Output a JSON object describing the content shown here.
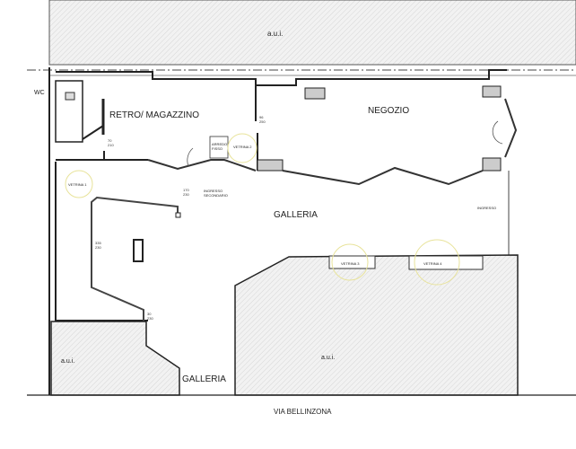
{
  "plan": {
    "areas": {
      "aui_top": "a.u.i.",
      "wc": "WC",
      "retro": "RETRO/ MAGAZZINO",
      "negozio": "NEGOZIO",
      "galleria_main": "GALLERIA",
      "aui_bottom_left": "a.u.i.",
      "galleria_bottom": "GALLERIA",
      "aui_bottom_right": "a.u.i.",
      "street": "VIA BELLINZONA"
    },
    "fixtures": {
      "arredo_fisso_1": "ARREDO",
      "arredo_fisso_2": "FISSO",
      "vetrina_1": "VETRINA 1",
      "vetrina_2": "VETRINA 2",
      "vetrina_3": "VETRINA 3",
      "vetrina_4": "VETRINA 4",
      "ingresso_secondario_1": "INGRESSO",
      "ingresso_secondario_2": "SECONDARIO",
      "ingresso": "INGRESSO"
    },
    "dimensions": [
      {
        "top": "70",
        "bottom": "210"
      },
      {
        "top": "96",
        "bottom": "250"
      },
      {
        "top": "170",
        "bottom": "230"
      },
      {
        "top": "335",
        "bottom": "230"
      },
      {
        "top": "30",
        "bottom": "230"
      }
    ],
    "highlight_color": "#e8e39a",
    "wall_color": "#222222",
    "hatch_color": "#d6d6d6"
  }
}
